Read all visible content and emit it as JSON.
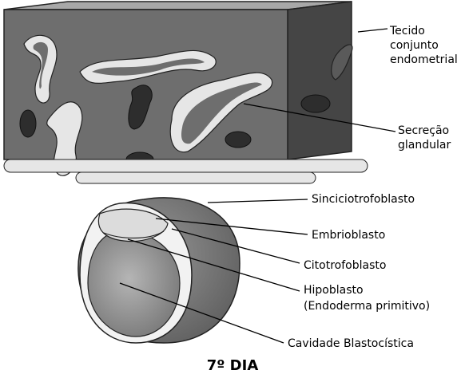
{
  "labels": {
    "tissue": [
      "Tecido",
      "conjunto",
      "endometrial"
    ],
    "secretion": [
      "Secreção",
      "glandular"
    ],
    "sinciciotrofoblasto": "Sinciciotrofoblasto",
    "embrioblasto": "Embrioblasto",
    "citotrofoblasto": "Citotrofoblasto",
    "hipoblasto": "Hipoblasto",
    "hipoblasto_sub": "(Endoderma primitivo)",
    "cavidade": "Cavidade Blastocística"
  },
  "title": "7º DIA",
  "colors": {
    "block_front": "#6e6e6e",
    "block_top": "#9a9a9a",
    "block_side": "#454545",
    "cell_fill": "#e6e6e6",
    "gland_dark": "#2d2d2d",
    "sphere_fill": "#7d7d7d",
    "cavity_fill": "#9c9c9c"
  }
}
